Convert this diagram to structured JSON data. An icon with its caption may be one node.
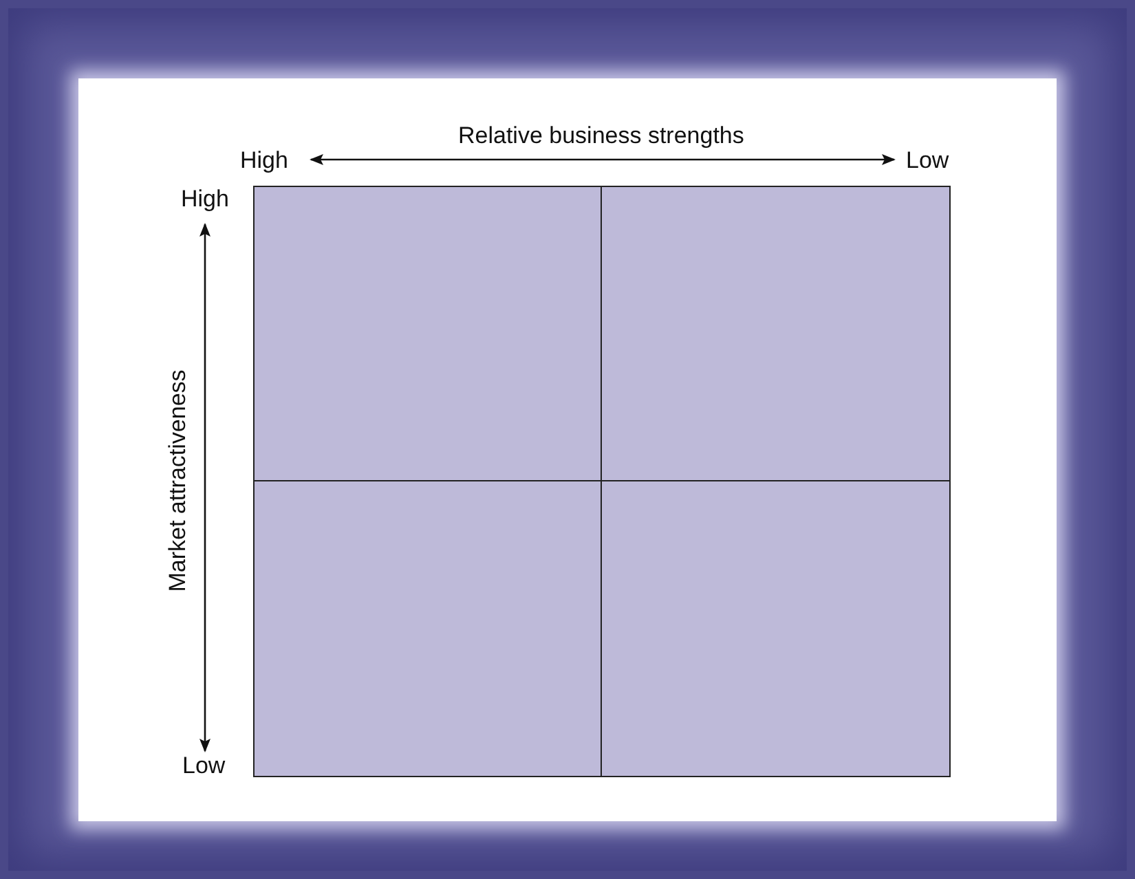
{
  "diagram": {
    "labels": [
      "Relative business strengths",
      "High",
      "Low",
      "High",
      "Market attractiveness",
      "Low"
    ]
  }
}
